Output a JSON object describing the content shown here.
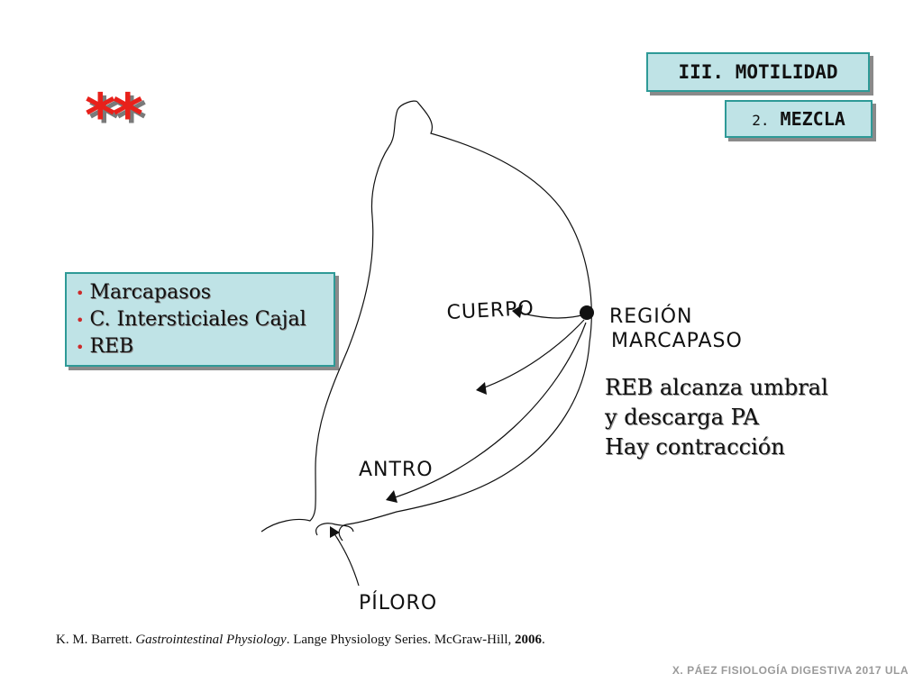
{
  "section": {
    "title": "III. MOTILIDAD",
    "subtitle_num": "2.",
    "subtitle_text": "MEZCLA"
  },
  "marker": "**",
  "bullets": [
    "Marcapasos",
    "C. Intersticiales Cajal",
    "REB"
  ],
  "diagram": {
    "labels": {
      "cuerpo": "CUERPO",
      "region_line1": "REGIÓN",
      "region_line2": "MARCAPASO",
      "antro": "ANTRO",
      "piloro": "PÍLORO"
    }
  },
  "explanation": [
    "REB alcanza umbral",
    "y descarga  PA",
    "Hay contracción"
  ],
  "reference": {
    "authors": "K. M. Barrett.",
    "book": "Gastrointestinal Physiology",
    "rest": ". Lange Physiology Series. McGraw-Hill,",
    "year": "2006",
    "end": "."
  },
  "footer": "X. PÁEZ   FISIOLOGÍA DIGESTIVA 2017   ULA",
  "colors": {
    "box_fill": "#bfe3e6",
    "box_border": "#2e9a97",
    "marker": "#e8211b",
    "bullet_dot": "#cc2a2a"
  }
}
